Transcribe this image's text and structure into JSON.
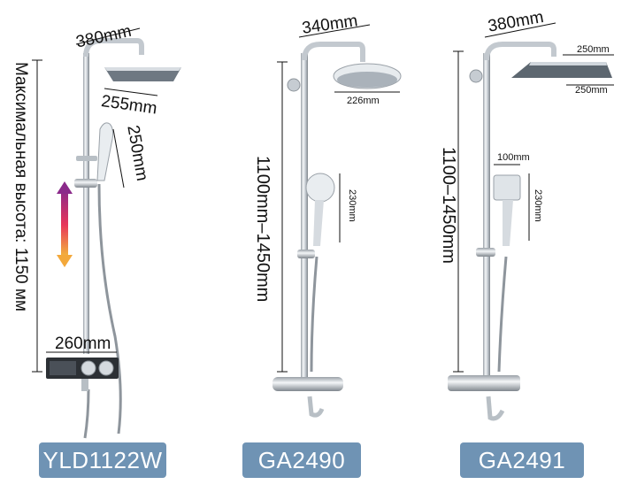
{
  "products": [
    {
      "model": "YLD1122W",
      "height_note": "Максимальная высота: 1150 мм",
      "dims": {
        "head_width": "380mm",
        "head_depth": "255mm",
        "handheld": "250mm",
        "thermostat": "260mm"
      }
    },
    {
      "model": "GA2490",
      "height_range": "1100mm–1450mm",
      "dims": {
        "arm": "340mm",
        "head": "226mm",
        "handheld": "230mm"
      }
    },
    {
      "model": "GA2491",
      "height_range": "1100–1450mm",
      "dims": {
        "arm": "380mm",
        "head_a": "250mm",
        "head_b": "250mm",
        "handheld_w": "100mm",
        "handheld_h": "230mm"
      }
    }
  ],
  "colors": {
    "badge": "#6f93b4",
    "chrome": "#c9ced4",
    "arrow_top": "#8b2a8a",
    "arrow_bottom": "#f0a82a"
  }
}
